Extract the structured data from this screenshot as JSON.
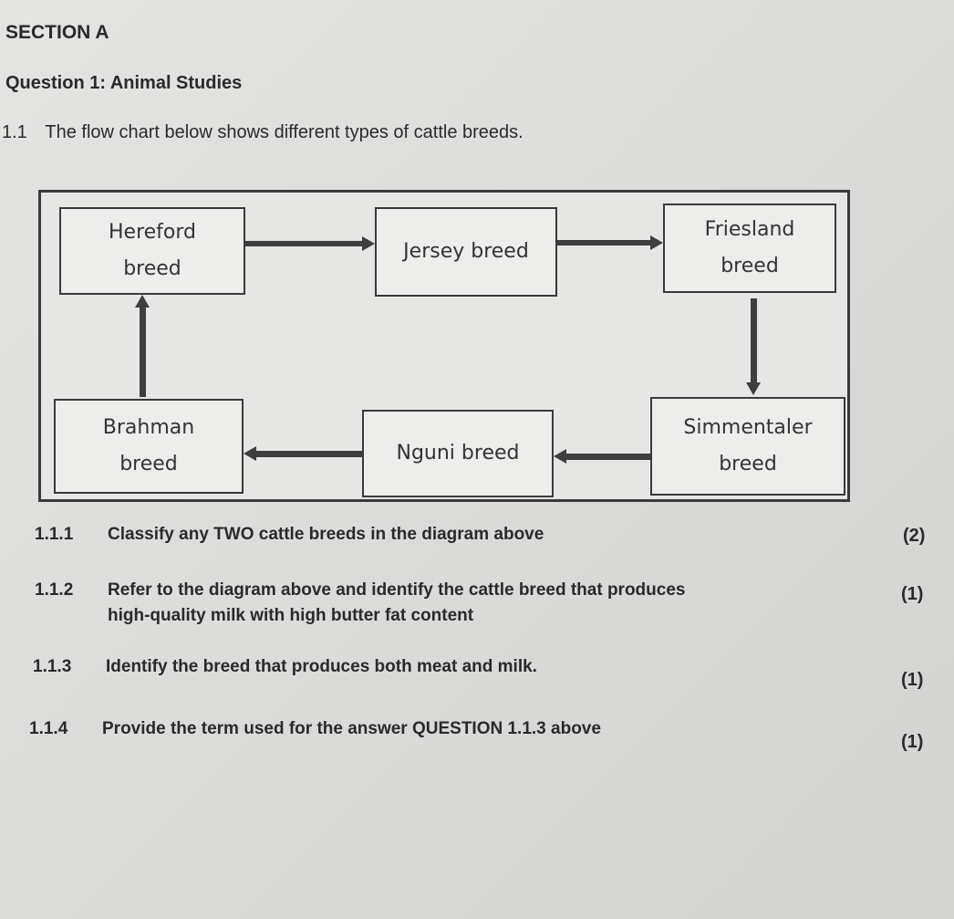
{
  "section_title": "SECTION A",
  "question_title": "Question 1: Animal Studies",
  "intro": {
    "number": "1.1",
    "text": "The flow chart below shows different types of cattle breeds."
  },
  "diagram": {
    "boxes": {
      "hereford": "Hereford\nbreed",
      "jersey": "Jersey breed",
      "friesland": "Friesland\nbreed",
      "brahman": "Brahman\nbreed",
      "nguni": "Nguni breed",
      "simmentaler": "Simmentaler\nbreed"
    }
  },
  "questions": [
    {
      "number": "1.1.1",
      "line1": "Classify any TWO cattle breeds in the diagram above",
      "line2": "",
      "marks": "(2)"
    },
    {
      "number": "1.1.2",
      "line1": "Refer to the diagram above and identify the cattle breed that produces",
      "line2": "high-quality milk with high butter fat content",
      "marks": "(1)"
    },
    {
      "number": "1.1.3",
      "line1": "Identify the breed that produces both meat and milk.",
      "line2": "",
      "marks": "(1)"
    },
    {
      "number": "1.1.4",
      "line1": "Provide the term used for the answer QUESTION 1.1.3 above",
      "line2": "",
      "marks": "(1)"
    }
  ]
}
